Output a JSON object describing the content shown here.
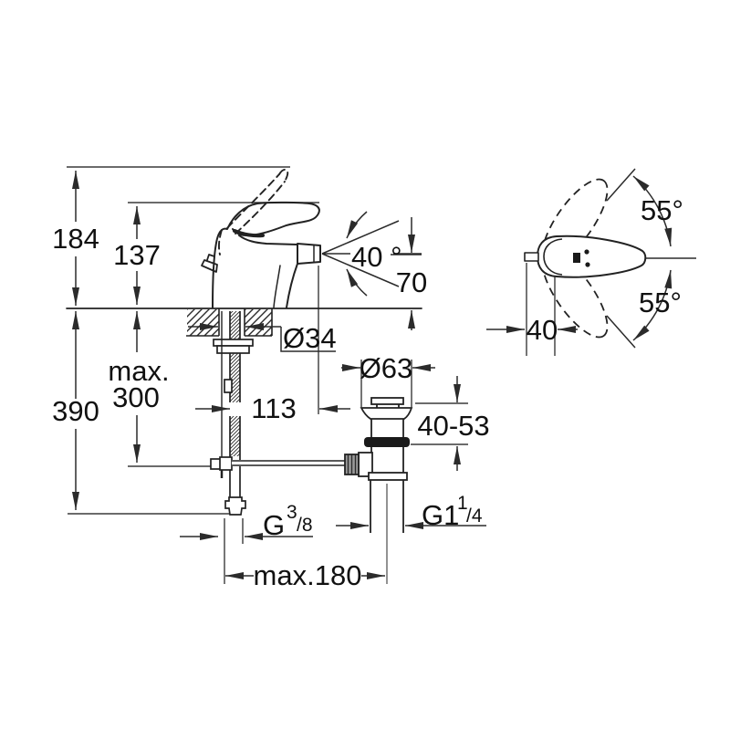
{
  "drawing": {
    "type": "technical-dimension-drawing",
    "subject": "single-lever bidet mixer with pop-up waste, side view with installation dimensions and top view of handle swivel range",
    "colors": {
      "line": "#2b2b2b",
      "background": "#ffffff",
      "text": "#111111"
    }
  },
  "labels": {
    "total_height": "184",
    "handle_height": "137",
    "spray_angle": "40 °",
    "spout_to_deck": "70",
    "below_deck_total": "390",
    "mount_max_prefix": "max.",
    "mount_max_value": "300",
    "deck_hole_dia": "Ø34",
    "spray_offset": "113",
    "waste_flange_dia": "Ø63",
    "clamping_range": "40-53",
    "supply_thread": {
      "main": "G",
      "sup": "3",
      "sub": "/8"
    },
    "waste_thread": {
      "main": "G1",
      "sup": "1",
      "sub": "/4"
    },
    "max_spread": "max.180",
    "swivel_upper": "55°",
    "swivel_lower": "55°",
    "handle_offset": "40"
  }
}
